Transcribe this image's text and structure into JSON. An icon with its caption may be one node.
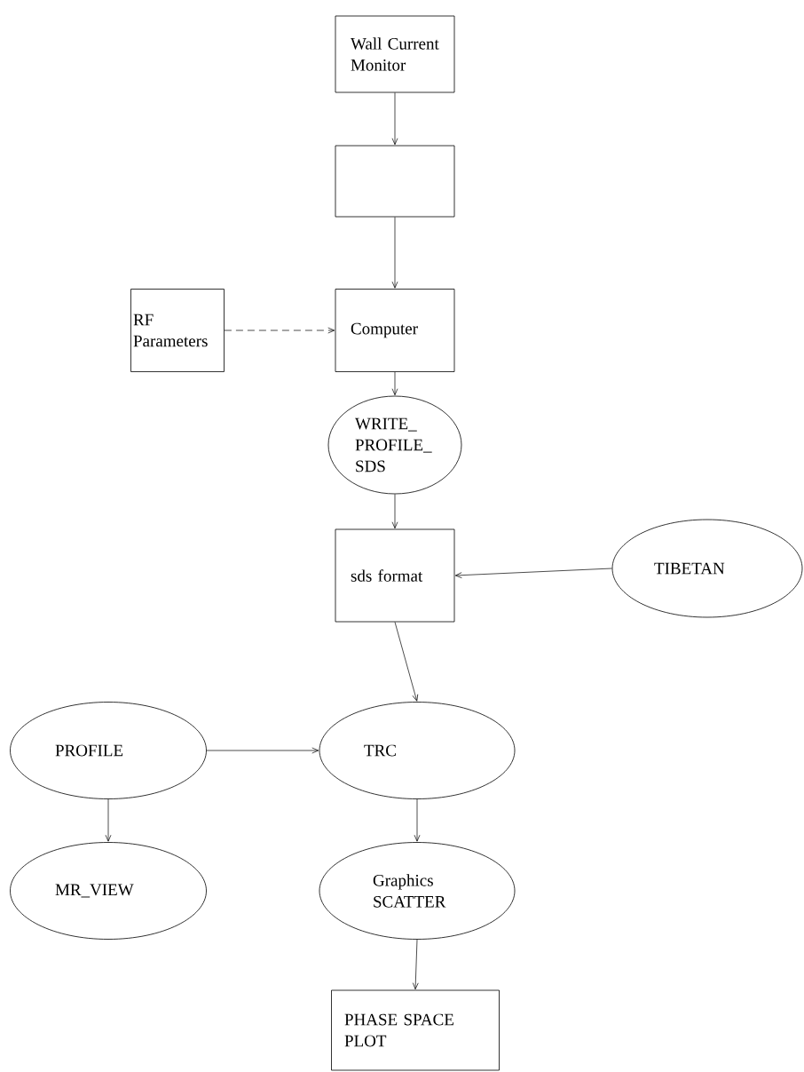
{
  "diagram": {
    "nodes": [
      {
        "text": [
          "Wall Current Monitor"
        ]
      },
      {
        "text": [],
        "shape": "box"
      },
      {
        "text": [
          "RF Parameters"
        ]
      },
      {
        "text": [
          "Computer"
        ]
      },
      {
        "text": [
          "WRITE_ PROFILE_ SDS"
        ]
      },
      {
        "text": [
          "sds format"
        ]
      },
      {
        "text": [
          "TIBETAN"
        ]
      },
      {
        "text": [
          "PROFILE"
        ]
      },
      {
        "text": [
          "TRC"
        ]
      },
      {
        "text": [
          "MR_VIEW"
        ]
      },
      {
        "text": [
          "Graphics SCATTER"
        ]
      },
      {
        "text": [
          "PHASE SPACE PLOT"
        ]
      }
    ],
    "edges": [
      {
        "from": 0,
        "to": 1,
        "arrow": "to"
      },
      {
        "from": 1,
        "to": 3,
        "arrow": "to"
      },
      {
        "from": 2,
        "to": 3,
        "arrow": "to",
        "style": "dashed"
      },
      {
        "from": 3,
        "to": 4,
        "arrow": "to"
      },
      {
        "from": 4,
        "to": 5,
        "arrow": "to"
      },
      {
        "from": 6,
        "to": 5,
        "arrow": "to"
      },
      {
        "from": 5,
        "to": 8,
        "arrow": "to"
      },
      {
        "from": 7,
        "to": 8,
        "arrow": "to"
      },
      {
        "from": 7,
        "to": 9,
        "arrow": "to"
      },
      {
        "from": 8,
        "to": 10,
        "arrow": "to"
      },
      {
        "from": 10,
        "to": 11,
        "arrow": "to"
      }
    ]
  }
}
